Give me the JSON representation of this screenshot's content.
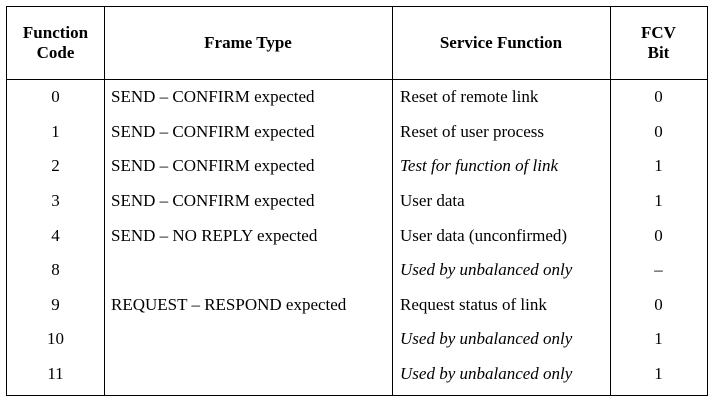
{
  "headers": {
    "function_code": "Function Code",
    "function_code_line1": "Function",
    "function_code_line2": "Code",
    "frame_type": "Frame Type",
    "service_function": "Service Function",
    "fcv_line1": "FCV",
    "fcv_line2": "Bit"
  },
  "rows": [
    {
      "code": "0",
      "frame": "SEND – CONFIRM expected",
      "service": "Reset of remote link",
      "italic": false,
      "fcv": "0"
    },
    {
      "code": "1",
      "frame": "SEND – CONFIRM expected",
      "service": "Reset of user process",
      "italic": false,
      "fcv": "0"
    },
    {
      "code": "2",
      "frame": "SEND – CONFIRM expected",
      "service": "Test for function of link",
      "italic": true,
      "fcv": "1"
    },
    {
      "code": "3",
      "frame": "SEND – CONFIRM expected",
      "service": "User data",
      "italic": false,
      "fcv": "1"
    },
    {
      "code": "4",
      "frame": "SEND – NO REPLY expected",
      "service": "User data (unconfirmed)",
      "italic": false,
      "fcv": "0"
    },
    {
      "code": "8",
      "frame": "",
      "service": "Used by unbalanced only",
      "italic": true,
      "fcv": "–"
    },
    {
      "code": "9",
      "frame": "REQUEST – RESPOND expected",
      "service": "Request status of link",
      "italic": false,
      "fcv": "0"
    },
    {
      "code": "10",
      "frame": "",
      "service": "Used by unbalanced only",
      "italic": true,
      "fcv": "1"
    },
    {
      "code": "11",
      "frame": "",
      "service": "Used by unbalanced only",
      "italic": true,
      "fcv": "1"
    }
  ]
}
